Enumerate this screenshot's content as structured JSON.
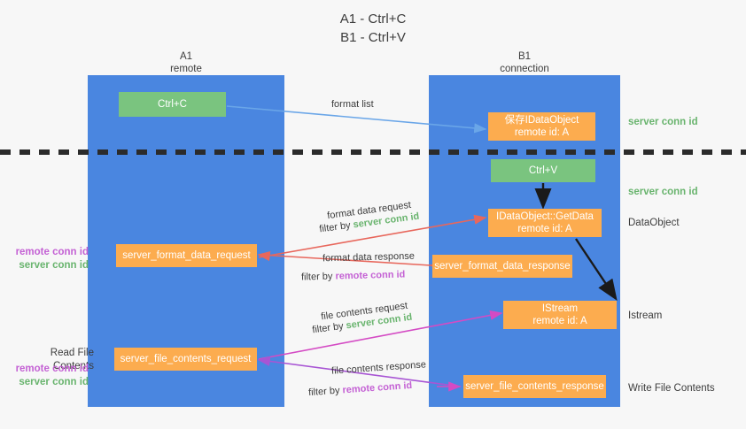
{
  "title": {
    "line1": "A1 - Ctrl+C",
    "line2": "B1 - Ctrl+V"
  },
  "lanes": [
    {
      "id": "a1",
      "name": "A1",
      "subtitle": "remote"
    },
    {
      "id": "b1",
      "name": "B1",
      "subtitle": "connection"
    }
  ],
  "nodes": {
    "ctrl_c": {
      "label": "Ctrl+C",
      "color": "#7ac47f"
    },
    "save_idataobject": {
      "line1": "保存IDataObject",
      "line2": "remote id: A",
      "color": "#fcac4f"
    },
    "ctrl_v": {
      "label": "Ctrl+V",
      "color": "#7ac47f"
    },
    "getdata": {
      "line1": "IDataObject::GetData",
      "line2": "remote id: A",
      "color": "#fcac4f"
    },
    "server_format_data_request": {
      "label": "server_format_data_request",
      "color": "#fcac4f"
    },
    "server_format_data_response": {
      "label": "server_format_data_response",
      "color": "#fcac4f"
    },
    "istream": {
      "line1": "IStream",
      "line2": "remote id: A",
      "color": "#fcac4f"
    },
    "server_file_contents_request": {
      "label": "server_file_contents_request",
      "color": "#fcac4f"
    },
    "server_file_contents_response": {
      "label": "server_file_contents_response",
      "color": "#fcac4f"
    }
  },
  "edges": {
    "format_list": "format list",
    "format_data_request": "format data request",
    "format_data_request_filter_prefix": "filter by ",
    "format_data_request_filter_value": "server conn id",
    "format_data_response": "format data response",
    "format_data_response_filter_prefix": "filter by ",
    "format_data_response_filter_value": "remote conn id",
    "file_contents_request": "file contents request",
    "file_contents_request_filter_prefix": "filter by ",
    "file_contents_request_filter_value": "server conn id",
    "file_contents_response": "file contents response",
    "file_contents_response_filter_prefix": "filter by ",
    "file_contents_response_filter_value": "remote conn id"
  },
  "annotations": {
    "right": {
      "server_conn_id_top": "server conn id",
      "server_conn_id_mid": "server conn id",
      "dataobject": "DataObject",
      "istream": "Istream",
      "write_file_contents": "Write File Contents"
    },
    "left": {
      "remote_conn_id_1": "remote conn id",
      "server_conn_id_1": "server conn id",
      "read_file_contents": "Read File Contents",
      "remote_conn_id_2": "remote conn id",
      "server_conn_id_2": "server conn id"
    }
  },
  "colors": {
    "lane": "#4a86e0",
    "green_node": "#7ac47f",
    "orange_node": "#fcac4f",
    "green_text": "#69b46e",
    "purple_text": "#c461d4",
    "blue_arrow": "#6aa6e8",
    "red_arrow": "#e8675c",
    "magenta_arrow": "#d44bc4",
    "purple_arrow": "#a855d4",
    "black_arrow": "#1a1a1a",
    "background": "#f7f7f7"
  }
}
